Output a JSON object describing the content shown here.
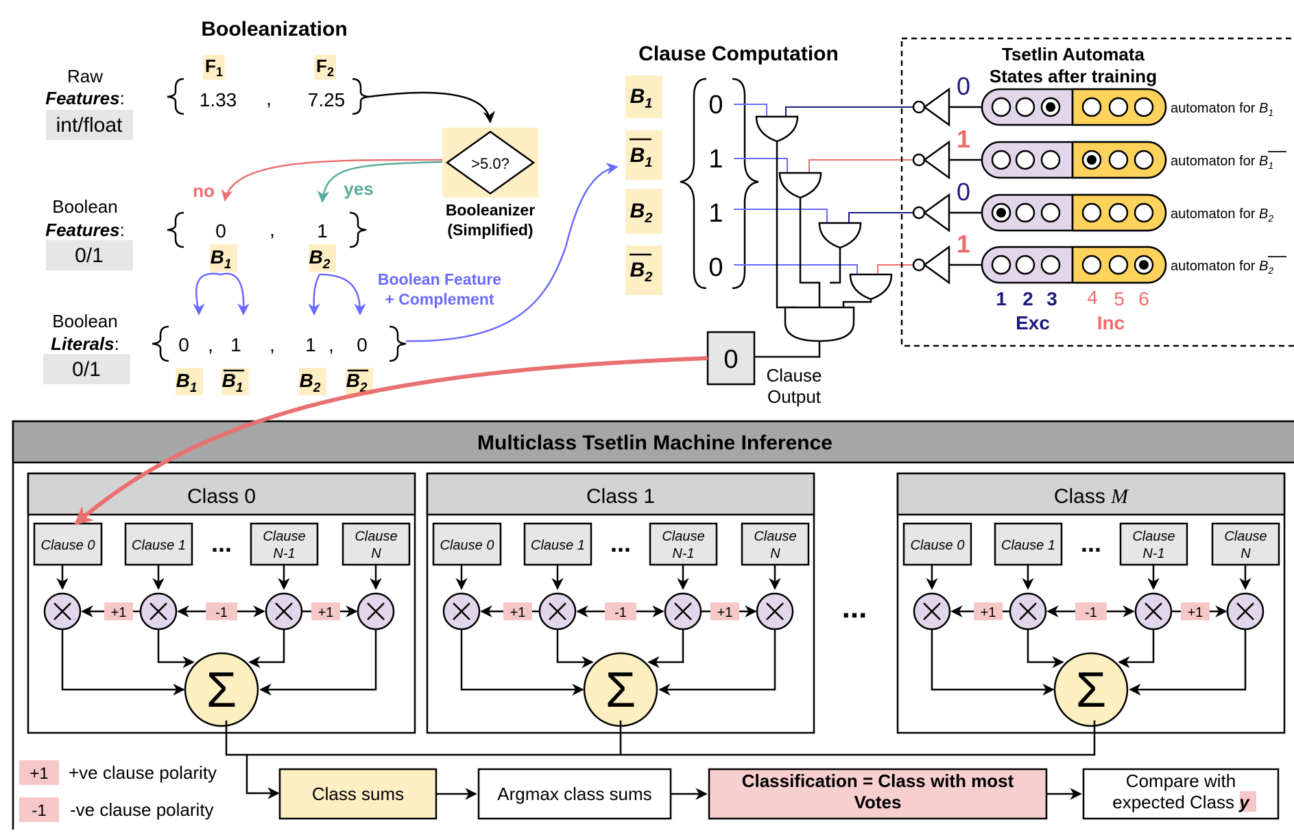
{
  "booleanization": {
    "title": "Booleanization",
    "raw_label": [
      "Raw",
      "Features",
      ":"
    ],
    "raw_type": "int/float",
    "f1": "F",
    "f1_sub": "1",
    "f2": "F",
    "f2_sub": "2",
    "raw_values": [
      "1.33",
      ",",
      "7.25"
    ],
    "booleanizer_check": ">5.0?",
    "booleanizer_label": [
      "Booleanizer",
      "(Simplified)"
    ],
    "no_label": "no",
    "yes_label": "yes",
    "bool_label": [
      "Boolean",
      "Features",
      ":"
    ],
    "bool_type": "0/1",
    "bool_values": [
      "0",
      ",",
      "1"
    ],
    "b": "B",
    "sub1": "1",
    "sub2": "2",
    "complement_note": [
      "Boolean Feature",
      "+ Complement"
    ],
    "lit_label": [
      "Boolean",
      "Literals",
      ":"
    ],
    "lit_type": "0/1",
    "lit_values": [
      "0",
      ",",
      "1",
      ",",
      "1",
      ",",
      "0"
    ]
  },
  "clause": {
    "title": "Clause Computation",
    "literal_values": [
      "0",
      "1",
      "1",
      "0"
    ],
    "output_value": "0",
    "output_label": [
      "Clause",
      "Output"
    ]
  },
  "automata": {
    "title": [
      "Tsetlin Automata",
      "States after training"
    ],
    "actions": [
      "0",
      "1",
      "0",
      "1"
    ],
    "states": [
      3,
      4,
      1,
      6
    ],
    "labels": [
      "automaton for ",
      "automaton for ",
      "automaton for ",
      "automaton for "
    ],
    "numbers": [
      "1",
      "2",
      "3",
      "4",
      "5",
      "6"
    ],
    "exc_label": "Exc",
    "inc_label": "Inc"
  },
  "inference": {
    "title": "Multiclass Tsetlin Machine Inference",
    "classes": [
      {
        "label": "Class 0",
        "var": ""
      },
      {
        "label": "Class 1",
        "var": ""
      },
      {
        "label": "Class ",
        "var": "M"
      }
    ],
    "clauses": [
      "Clause 0",
      "Clause 1",
      "Clause",
      "N-1",
      "Clause",
      "N"
    ],
    "ellipsis": "...",
    "polarity_pos": "+1",
    "polarity_neg": "-1",
    "sum_symbol": "Σ",
    "mult_symbol": "×",
    "legend": [
      {
        "badge": "+1",
        "text": "+ve clause polarity"
      },
      {
        "badge": "-1",
        "text": "-ve clause polarity"
      }
    ],
    "pipeline": {
      "class_sums": "Class sums",
      "argmax": "Argmax class sums",
      "classification": [
        "Classification = Class with most",
        "Votes"
      ],
      "compare": [
        "Compare with",
        "expected Class "
      ],
      "compare_var": "y"
    }
  },
  "colors": {
    "highlight_yellow": "#fdeec4",
    "exclude_purple": "#e2d6ea",
    "include_yellow": "#fdd35b",
    "navy": "#1a1a80",
    "salmon": "#f26b6b",
    "blue_arrow": "#6a6aff",
    "teal_arrow": "#5aab9b",
    "red_arrow": "#e97070",
    "gray_box": "#e6e6e6",
    "header_gray": "#a6a6a6",
    "class_header": "#d3d3d3",
    "sum_fill": "#fdefc0",
    "mult_fill": "#e2d6ea",
    "polarity_pink": "#f6c7c7",
    "classification_fill": "#f8cfcf"
  }
}
